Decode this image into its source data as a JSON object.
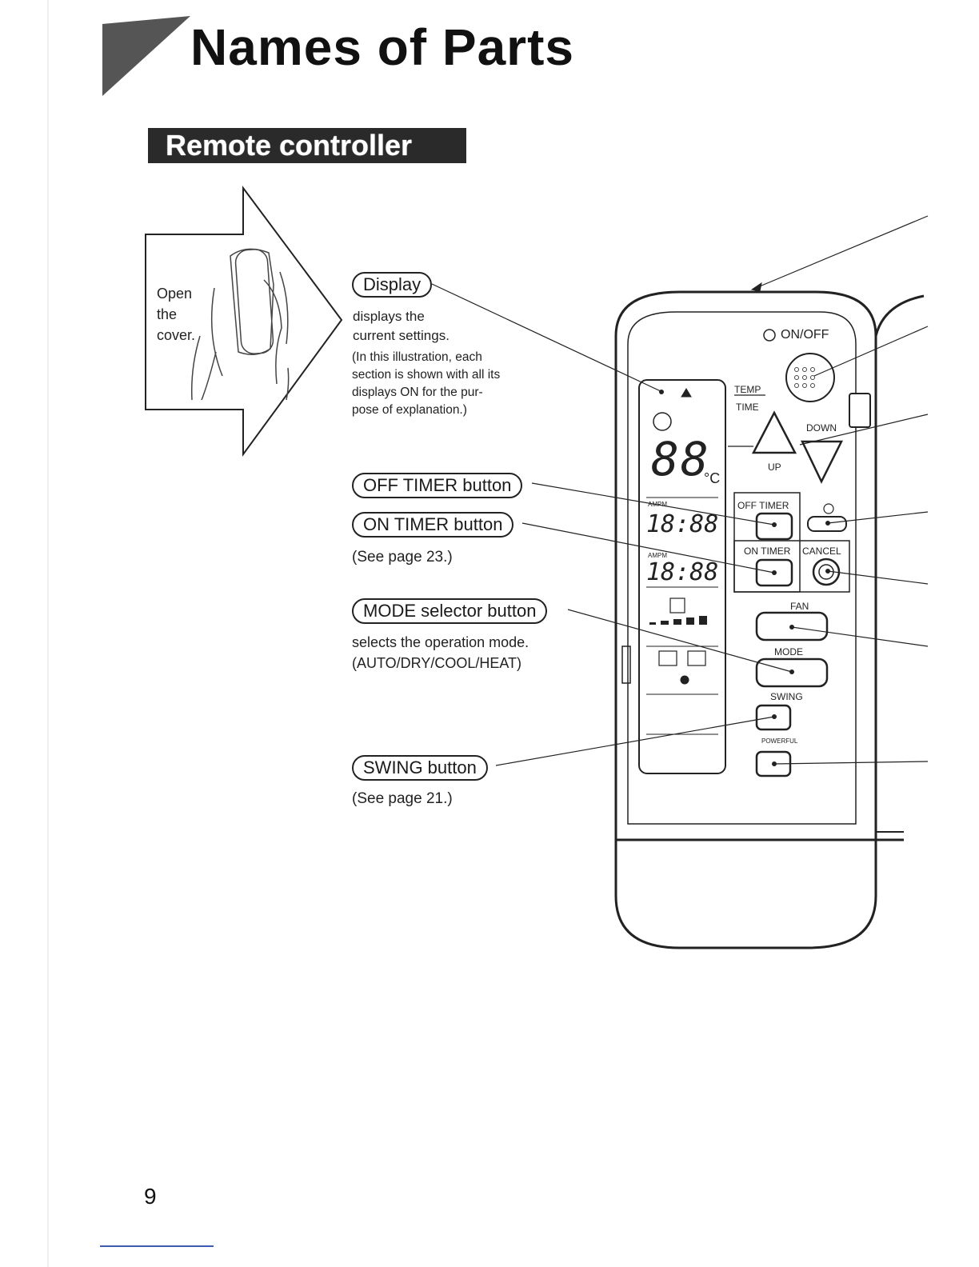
{
  "title": "Names of Parts",
  "section": "Remote controller",
  "cover_hint": [
    "Open",
    "the",
    "cover."
  ],
  "callouts": {
    "display": {
      "label": "Display",
      "lines": [
        "displays the",
        "current settings."
      ],
      "note": [
        "(In this illustration, each",
        "section is shown with all its",
        "displays ON for the pur-",
        "pose of explanation.)"
      ]
    },
    "off_timer": {
      "label": "OFF TIMER button"
    },
    "on_timer": {
      "label": "ON TIMER button",
      "see": "(See page 23.)"
    },
    "mode": {
      "label": "MODE selector button",
      "lines": [
        "selects the operation mode.",
        "(AUTO/DRY/COOL/HEAT)"
      ]
    },
    "swing": {
      "label": "SWING button",
      "see": "(See page 21.)"
    }
  },
  "remote": {
    "on_off": "ON/OFF",
    "temp": "TEMP",
    "time": "TIME",
    "down": "DOWN",
    "up": "UP",
    "off_timer": "OFF TIMER",
    "on_timer": "ON TIMER",
    "cancel": "CANCEL",
    "fan": "FAN",
    "mode": "MODE",
    "swing": "SWING",
    "powerful": "POWERFUL",
    "lcd_temp": "88",
    "lcd_unit": "°C",
    "lcd_time1": "18:88",
    "lcd_time2": "18:88",
    "ampm": "AMPM"
  },
  "page_number": "9"
}
